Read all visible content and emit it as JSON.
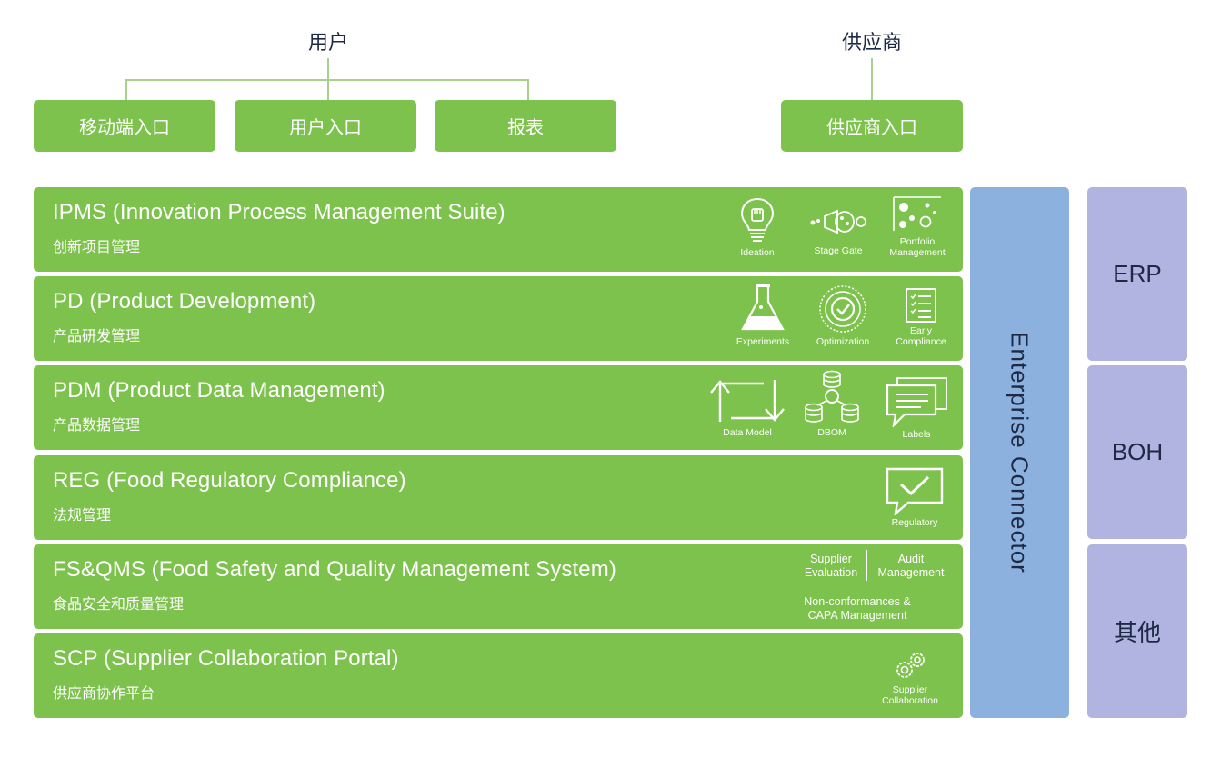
{
  "user_group": {
    "title": "用户",
    "entries": [
      "移动端入口",
      "用户入口",
      "报表"
    ]
  },
  "supplier_group": {
    "title": "供应商",
    "entries": [
      "供应商入口"
    ]
  },
  "modules": [
    {
      "title": "IPMS (Innovation Process Management Suite)",
      "subtitle": "创新项目管理",
      "features": [
        "Ideation",
        "Stage Gate",
        "Portfolio\nManagement"
      ]
    },
    {
      "title": "PD (Product Development)",
      "subtitle": "产品研发管理",
      "features": [
        "Experiments",
        "Optimization",
        "Early\nCompliance"
      ]
    },
    {
      "title": "PDM (Product Data Management)",
      "subtitle": "产品数据管理",
      "features": [
        "Data Model",
        "DBOM",
        "Labels"
      ]
    },
    {
      "title": "REG (Food Regulatory Compliance)",
      "subtitle": "法规管理",
      "features": [
        "Regulatory"
      ]
    },
    {
      "title": "FS&QMS (Food Safety and Quality Management System)",
      "subtitle": "食品安全和质量管理",
      "features": [
        "Supplier\nEvaluation",
        "Audit\nManagement",
        "Non-conformances &\nCAPA Management"
      ]
    },
    {
      "title": "SCP (Supplier Collaboration Portal)",
      "subtitle": "供应商协作平台",
      "features": [
        "Supplier\nCollaboration"
      ]
    }
  ],
  "connector": {
    "label": "Enterprise  Connector"
  },
  "systems": [
    "ERP",
    "BOH",
    "其他"
  ],
  "colors": {
    "module_green": "#7dc24d",
    "connector_blue": "#8db1de",
    "system_lavender": "#b1b3e0",
    "heading_navy": "#1e2a45",
    "tree_line": "#a9d08e"
  },
  "icons": {
    "ideation": "lightbulb-fist-icon",
    "stage_gate": "stage-gate-icon",
    "portfolio": "portfolio-dots-icon",
    "experiments": "flask-icon",
    "optimization": "target-check-icon",
    "early_compliance": "checklist-icon",
    "data_model": "cycle-arrows-icon",
    "dbom": "database-stack-icon",
    "labels": "speech-bubble-lines-icon",
    "regulatory": "speech-bubble-check-icon",
    "supplier_collaboration": "gears-icon"
  }
}
